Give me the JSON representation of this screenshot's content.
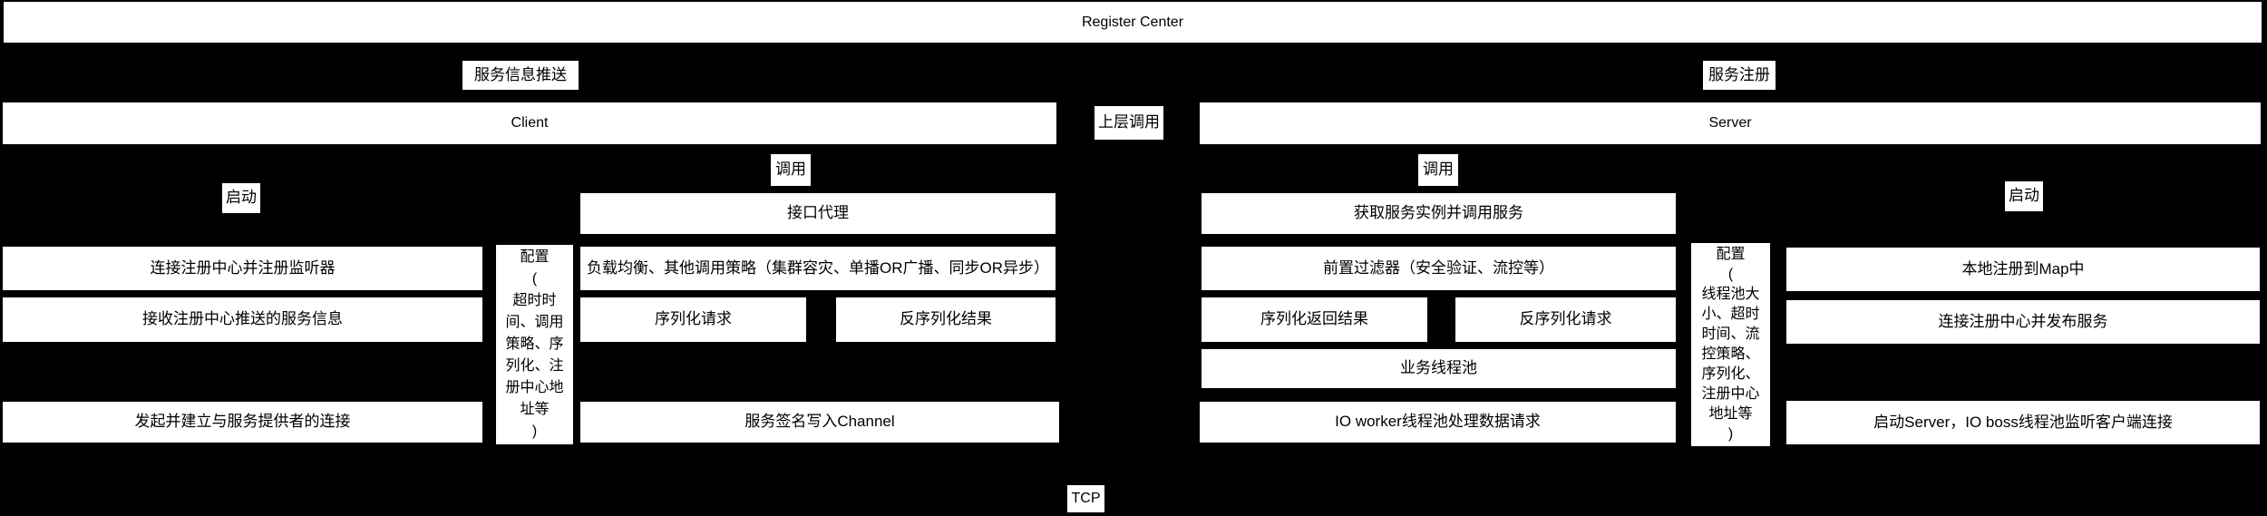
{
  "register_center": {
    "label": "Register Center"
  },
  "connectors": {
    "service_info_push": "服务信息推送",
    "service_register": "服务注册",
    "upper_layer_call": "上层调用",
    "client_invoke": "调用",
    "server_invoke": "调用",
    "client_start": "启动",
    "server_start": "启动",
    "tcp": "TCP"
  },
  "client": {
    "label": "Client",
    "startup_column": [
      "连接注册中心并注册监听器",
      "接收注册中心推送的服务信息",
      "发起并建立与服务提供者的连接"
    ],
    "config_column": "配置\n(\n超时时\n间、调用\n策略、序\n列化、注\n册中心地\n址等\n)",
    "invoke_column": {
      "interface_proxy": "接口代理",
      "load_balance": "负载均衡、其他调用策略（集群容灾、单播OR广播、同步OR异步）",
      "serialize_request": "序列化请求",
      "deserialize_result": "反序列化结果",
      "write_channel": "服务签名写入Channel"
    }
  },
  "server": {
    "label": "Server",
    "invoke_column": {
      "get_instance": "获取服务实例并调用服务",
      "pre_filter": "前置过滤器（安全验证、流控等）",
      "serialize_result": "序列化返回结果",
      "deserialize_request": "反序列化请求",
      "business_pool": "业务线程池",
      "io_worker": "IO worker线程池处理数据请求"
    },
    "config_column": "配置\n(\n线程池大\n小、超时\n时间、流\n控策略、\n序列化、\n注册中心\n地址等\n)",
    "startup_column": [
      "本地注册到Map中",
      "连接注册中心并发布服务",
      "启动Server，IO boss线程池监听客户端连接"
    ]
  },
  "colors": {
    "background": "#000000",
    "box_fill": "#ffffff",
    "text": "#000000"
  }
}
